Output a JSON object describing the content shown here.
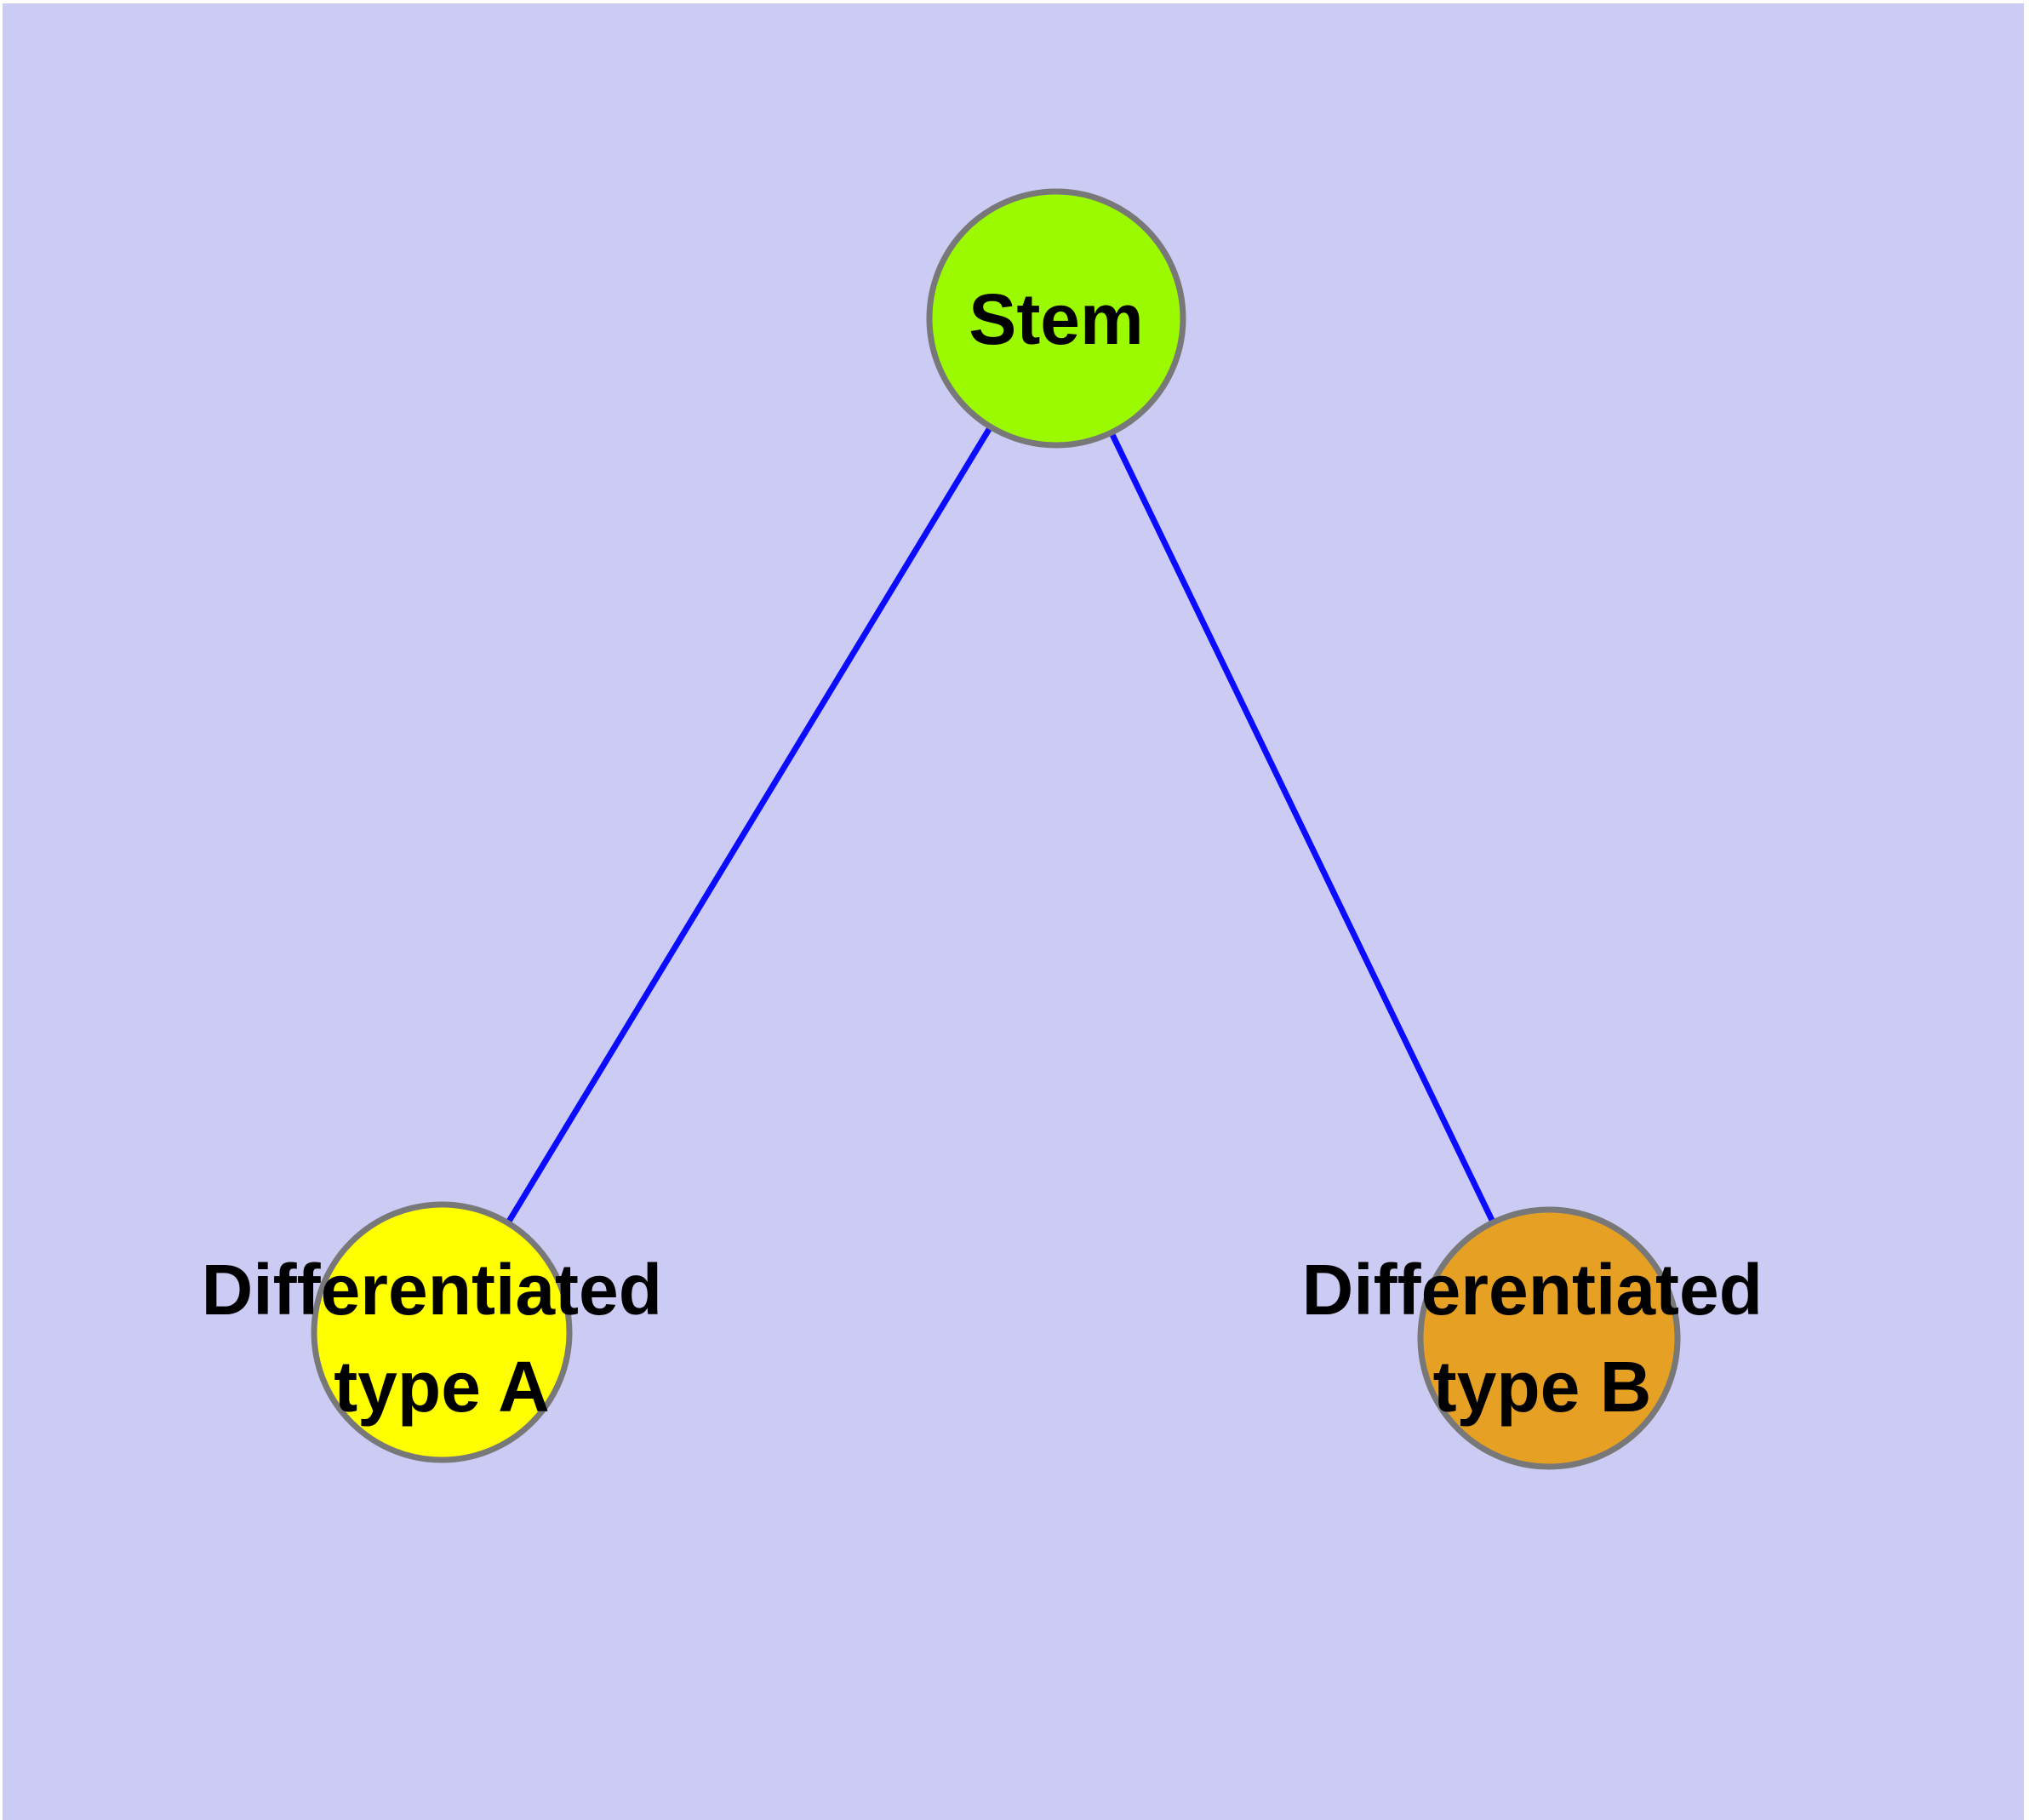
{
  "canvas": {
    "frame_color": "#ffffff",
    "background_color": "#cbcbf3"
  },
  "nodes": {
    "stem": {
      "label": "Stem",
      "fill_color": "#9bfa00",
      "border_color": "#787878",
      "text_color": "#000000"
    },
    "type_a": {
      "label_line1": "Differentiated",
      "label_line2": "type A",
      "fill_color": "#ffff00",
      "border_color": "#787878",
      "text_color": "#000000"
    },
    "type_b": {
      "label_line1": "Differentiated",
      "label_line2": "type B",
      "fill_color": "#e6a125",
      "border_color": "#787878",
      "text_color": "#000000"
    }
  },
  "edges": {
    "stem_to_type_a": {
      "from": "Stem",
      "to": "Differentiated type A",
      "color": "#0b0bff"
    },
    "stem_to_type_b": {
      "from": "Stem",
      "to": "Differentiated type B",
      "color": "#0b0bff"
    }
  }
}
